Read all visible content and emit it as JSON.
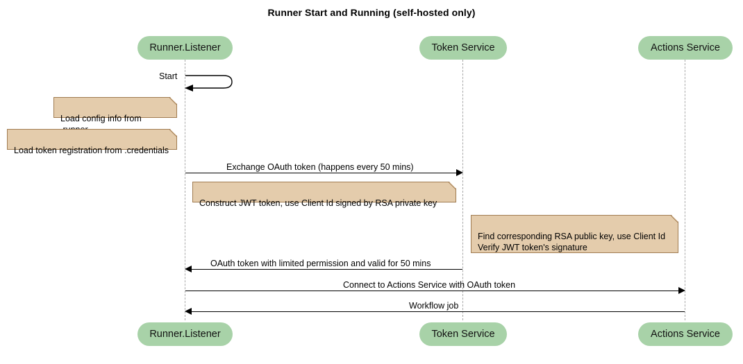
{
  "diagram": {
    "title": "Runner Start and Running (self-hosted only)",
    "type": "sequence-diagram",
    "colors": {
      "participant_fill": "#a8d2a8",
      "note_fill": "#e4ccac",
      "note_border": "#a07b50",
      "lifeline": "#a8a8a8",
      "arrow": "#000000",
      "background": "#ffffff"
    }
  },
  "participants": [
    {
      "id": "runner-listener",
      "label": "Runner.Listener"
    },
    {
      "id": "token-service",
      "label": "Token Service"
    },
    {
      "id": "actions-service",
      "label": "Actions Service"
    }
  ],
  "participants_bottom": [
    {
      "id": "runner-listener",
      "label": "Runner.Listener"
    },
    {
      "id": "token-service",
      "label": "Token Service"
    },
    {
      "id": "actions-service",
      "label": "Actions Service"
    }
  ],
  "messages": [
    {
      "id": "start",
      "label": "Start",
      "from": "runner-listener",
      "to": "runner-listener",
      "kind": "self"
    },
    {
      "id": "exchange-oauth-token",
      "label": "Exchange OAuth token (happens every 50 mins)",
      "from": "runner-listener",
      "to": "token-service",
      "kind": "right"
    },
    {
      "id": "oauth-token-response",
      "label": "OAuth token with limited permission and valid for 50 mins",
      "from": "token-service",
      "to": "runner-listener",
      "kind": "left"
    },
    {
      "id": "connect-actions-service",
      "label": "Connect to Actions Service with OAuth token",
      "from": "runner-listener",
      "to": "actions-service",
      "kind": "right"
    },
    {
      "id": "workflow-job",
      "label": "Workflow job",
      "from": "actions-service",
      "to": "runner-listener",
      "kind": "left"
    }
  ],
  "notes": [
    {
      "id": "note-load-config",
      "text": "Load config info from .runner"
    },
    {
      "id": "note-load-token-registration",
      "text": "Load token registration from .credentials"
    },
    {
      "id": "note-construct-jwt",
      "text": "Construct JWT token, use Client Id signed by RSA private key"
    },
    {
      "id": "note-verify-jwt",
      "text": "Find corresponding RSA public key, use Client Id\nVerify JWT token's signature"
    }
  ]
}
